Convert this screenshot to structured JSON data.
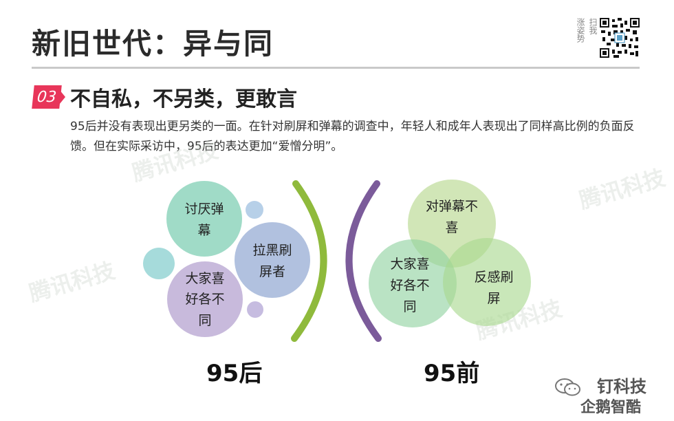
{
  "header": {
    "title": "新旧世代：异与同",
    "qr_caption_right": "扫我",
    "qr_caption_left": "涨姿势"
  },
  "section": {
    "number": "03",
    "title": "不自私，不另类，更敢言",
    "paragraph": "95后并没有表现出更另类的一面。在针对刷屏和弹幕的调查中，年轻人和成年人表现出了同样高比例的负面反馈。但在实际采访中，95后的表达更加“爱憎分明”。"
  },
  "left_group": {
    "label": "95后",
    "bubbles": [
      {
        "lines": [
          "讨厌弹",
          "幕"
        ],
        "color": "#7ccdb1"
      },
      {
        "lines": [
          "拉黑刷",
          "屏者"
        ],
        "color": "#93a9d3"
      },
      {
        "lines": [
          "大家喜",
          "好各不",
          "同"
        ],
        "color": "#b3a0cf"
      }
    ],
    "dots": [
      {
        "color": "#88cfcf"
      },
      {
        "color": "#9fc0e0"
      },
      {
        "color": "#b3a6d6"
      }
    ]
  },
  "right_group": {
    "label": "95前",
    "circles": [
      {
        "lines": [
          "对弹幕不",
          "喜"
        ],
        "color": "#b5d68a"
      },
      {
        "lines": [
          "大家喜",
          "好各不",
          "同"
        ],
        "color": "#8fd29f"
      },
      {
        "lines": [
          "反感刷",
          "屏"
        ],
        "color": "#a8d98e"
      }
    ]
  },
  "brackets": {
    "left_color": "#8fba3c",
    "right_color": "#7b5b9a"
  },
  "watermarks": [
    "腾讯科技",
    "腾讯科技",
    "腾讯科技",
    "腾讯科技"
  ],
  "footer": {
    "line1": "钉科技",
    "line2": "企鹅智酷"
  },
  "colors": {
    "accent": "#e8365a",
    "rule": "#c9c9c9"
  }
}
